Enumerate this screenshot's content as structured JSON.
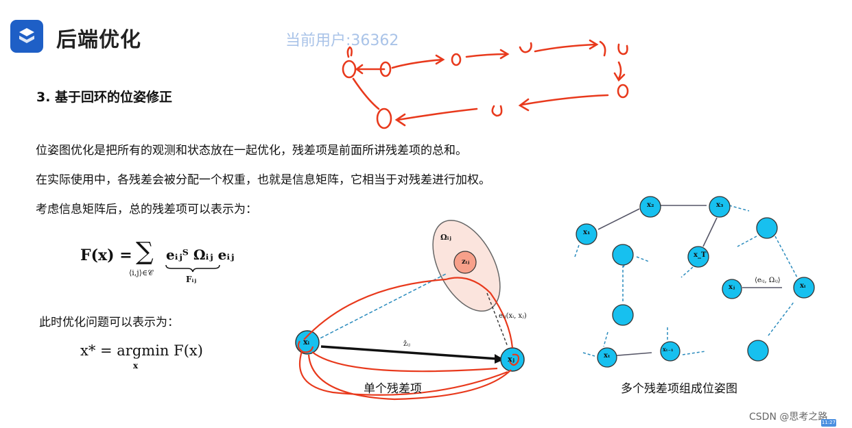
{
  "header": {
    "title": "后端优化",
    "watermark": "当前用户:36362"
  },
  "section": {
    "title": "3. 基于回环的位姿修正",
    "paragraphs": [
      "位姿图优化是把所有的观测和状态放在一起优化，残差项是前面所讲残差项的总和。",
      "在实际使用中，各残差会被分配一个权重，也就是信息矩阵，它相当于对残差进行加权。",
      "考虑信息矩阵后，总的残差项可以表示为："
    ],
    "para_opt": "此时优化问题可以表示为："
  },
  "formula1": {
    "lhs": "F(x) =",
    "sum": "∑",
    "sum_sub": "⟨i,j⟩∈𝒞",
    "body": "eᵢⱼᵀ Ωᵢⱼ eᵢⱼ",
    "under": "Fᵢⱼ"
  },
  "formula2": {
    "lhs": "x* = argmin F(x)",
    "sub": "x"
  },
  "diagram_single": {
    "caption": "单个残差项",
    "omega": "Ωᵢⱼ",
    "z_node": "zᵢⱼ",
    "xi": "xᵢ",
    "xj": "xⱼ",
    "zhat": "ẑᵢⱼ",
    "error": "eᵢⱼ(xᵢ, xⱼ)"
  },
  "diagram_graph": {
    "caption": "多个残差项组成位姿图",
    "nodes": {
      "x1": "x₁",
      "x2": "x₂",
      "x3": "x₃",
      "xT": "x_T",
      "xj": "xⱼ",
      "xi": "xᵢ",
      "xt": "xₜ",
      "xt1": "xₜ₋₁"
    },
    "edge_label": "⟨eᵢⱼ, Ωᵢⱼ⟩"
  },
  "footer": {
    "csdn": "CSDN @思考之路",
    "badge": "11:27"
  },
  "colors": {
    "accent": "#1e5fc6",
    "node": "#17c0ef",
    "annotation": "#e8391c",
    "watermark": "#a9c3e8"
  }
}
